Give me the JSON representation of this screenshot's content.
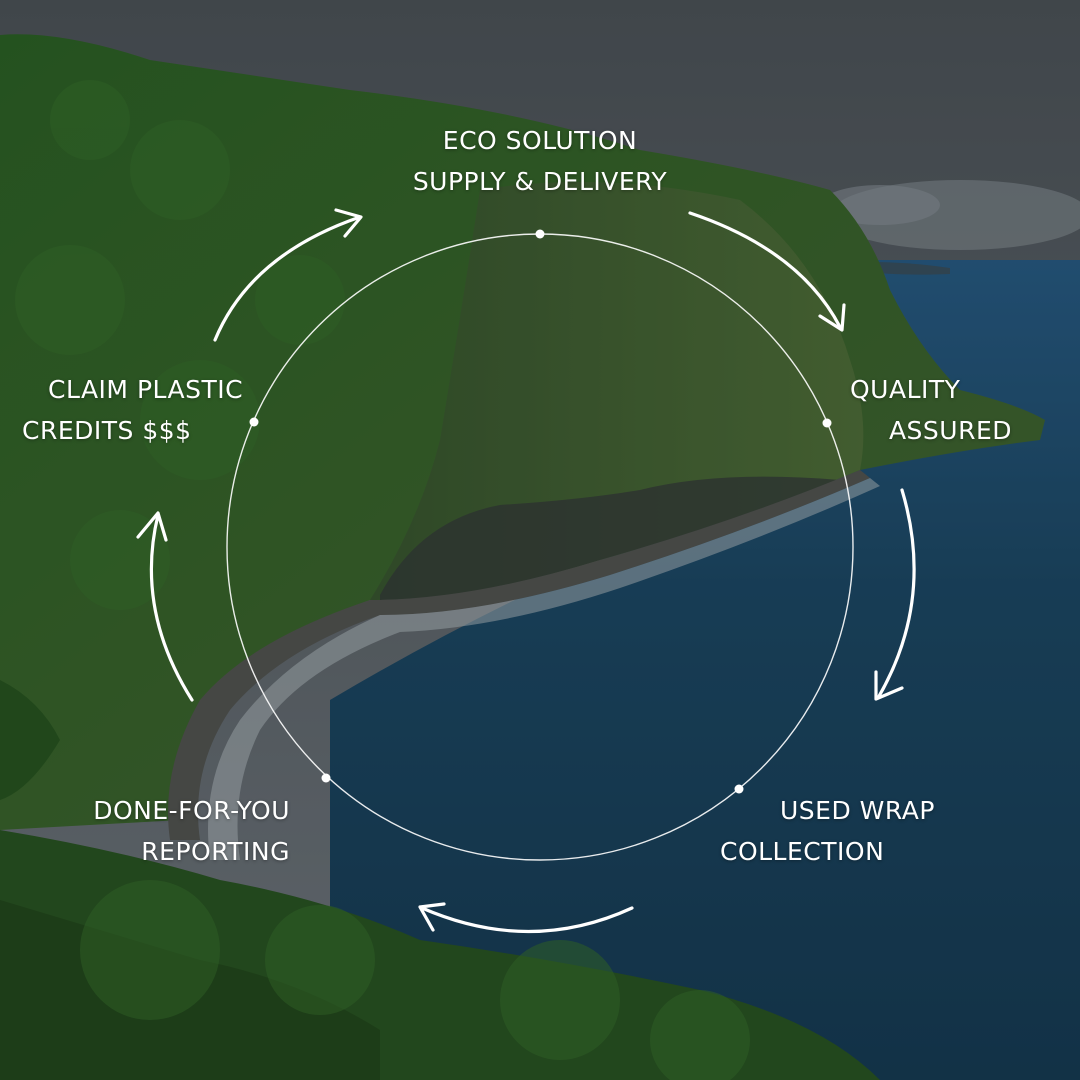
{
  "colors": {
    "label": "#ffffff",
    "ring": "#ffffff",
    "arrow": "#ffffff",
    "sky": "#5d6166",
    "ocean": "#1f4d6e",
    "cliff": "#2f5a22"
  },
  "cycle": {
    "steps": [
      {
        "line1": "ECO SOLUTION",
        "line2": "SUPPLY & DELIVERY"
      },
      {
        "line1": "QUALITY",
        "line2": "ASSURED"
      },
      {
        "line1": "USED WRAP",
        "line2": "COLLECTION"
      },
      {
        "line1": "DONE-FOR-YOU",
        "line2": "REPORTING"
      },
      {
        "line1": "CLAIM PLASTIC",
        "line2": "CREDITS $$$"
      }
    ]
  }
}
